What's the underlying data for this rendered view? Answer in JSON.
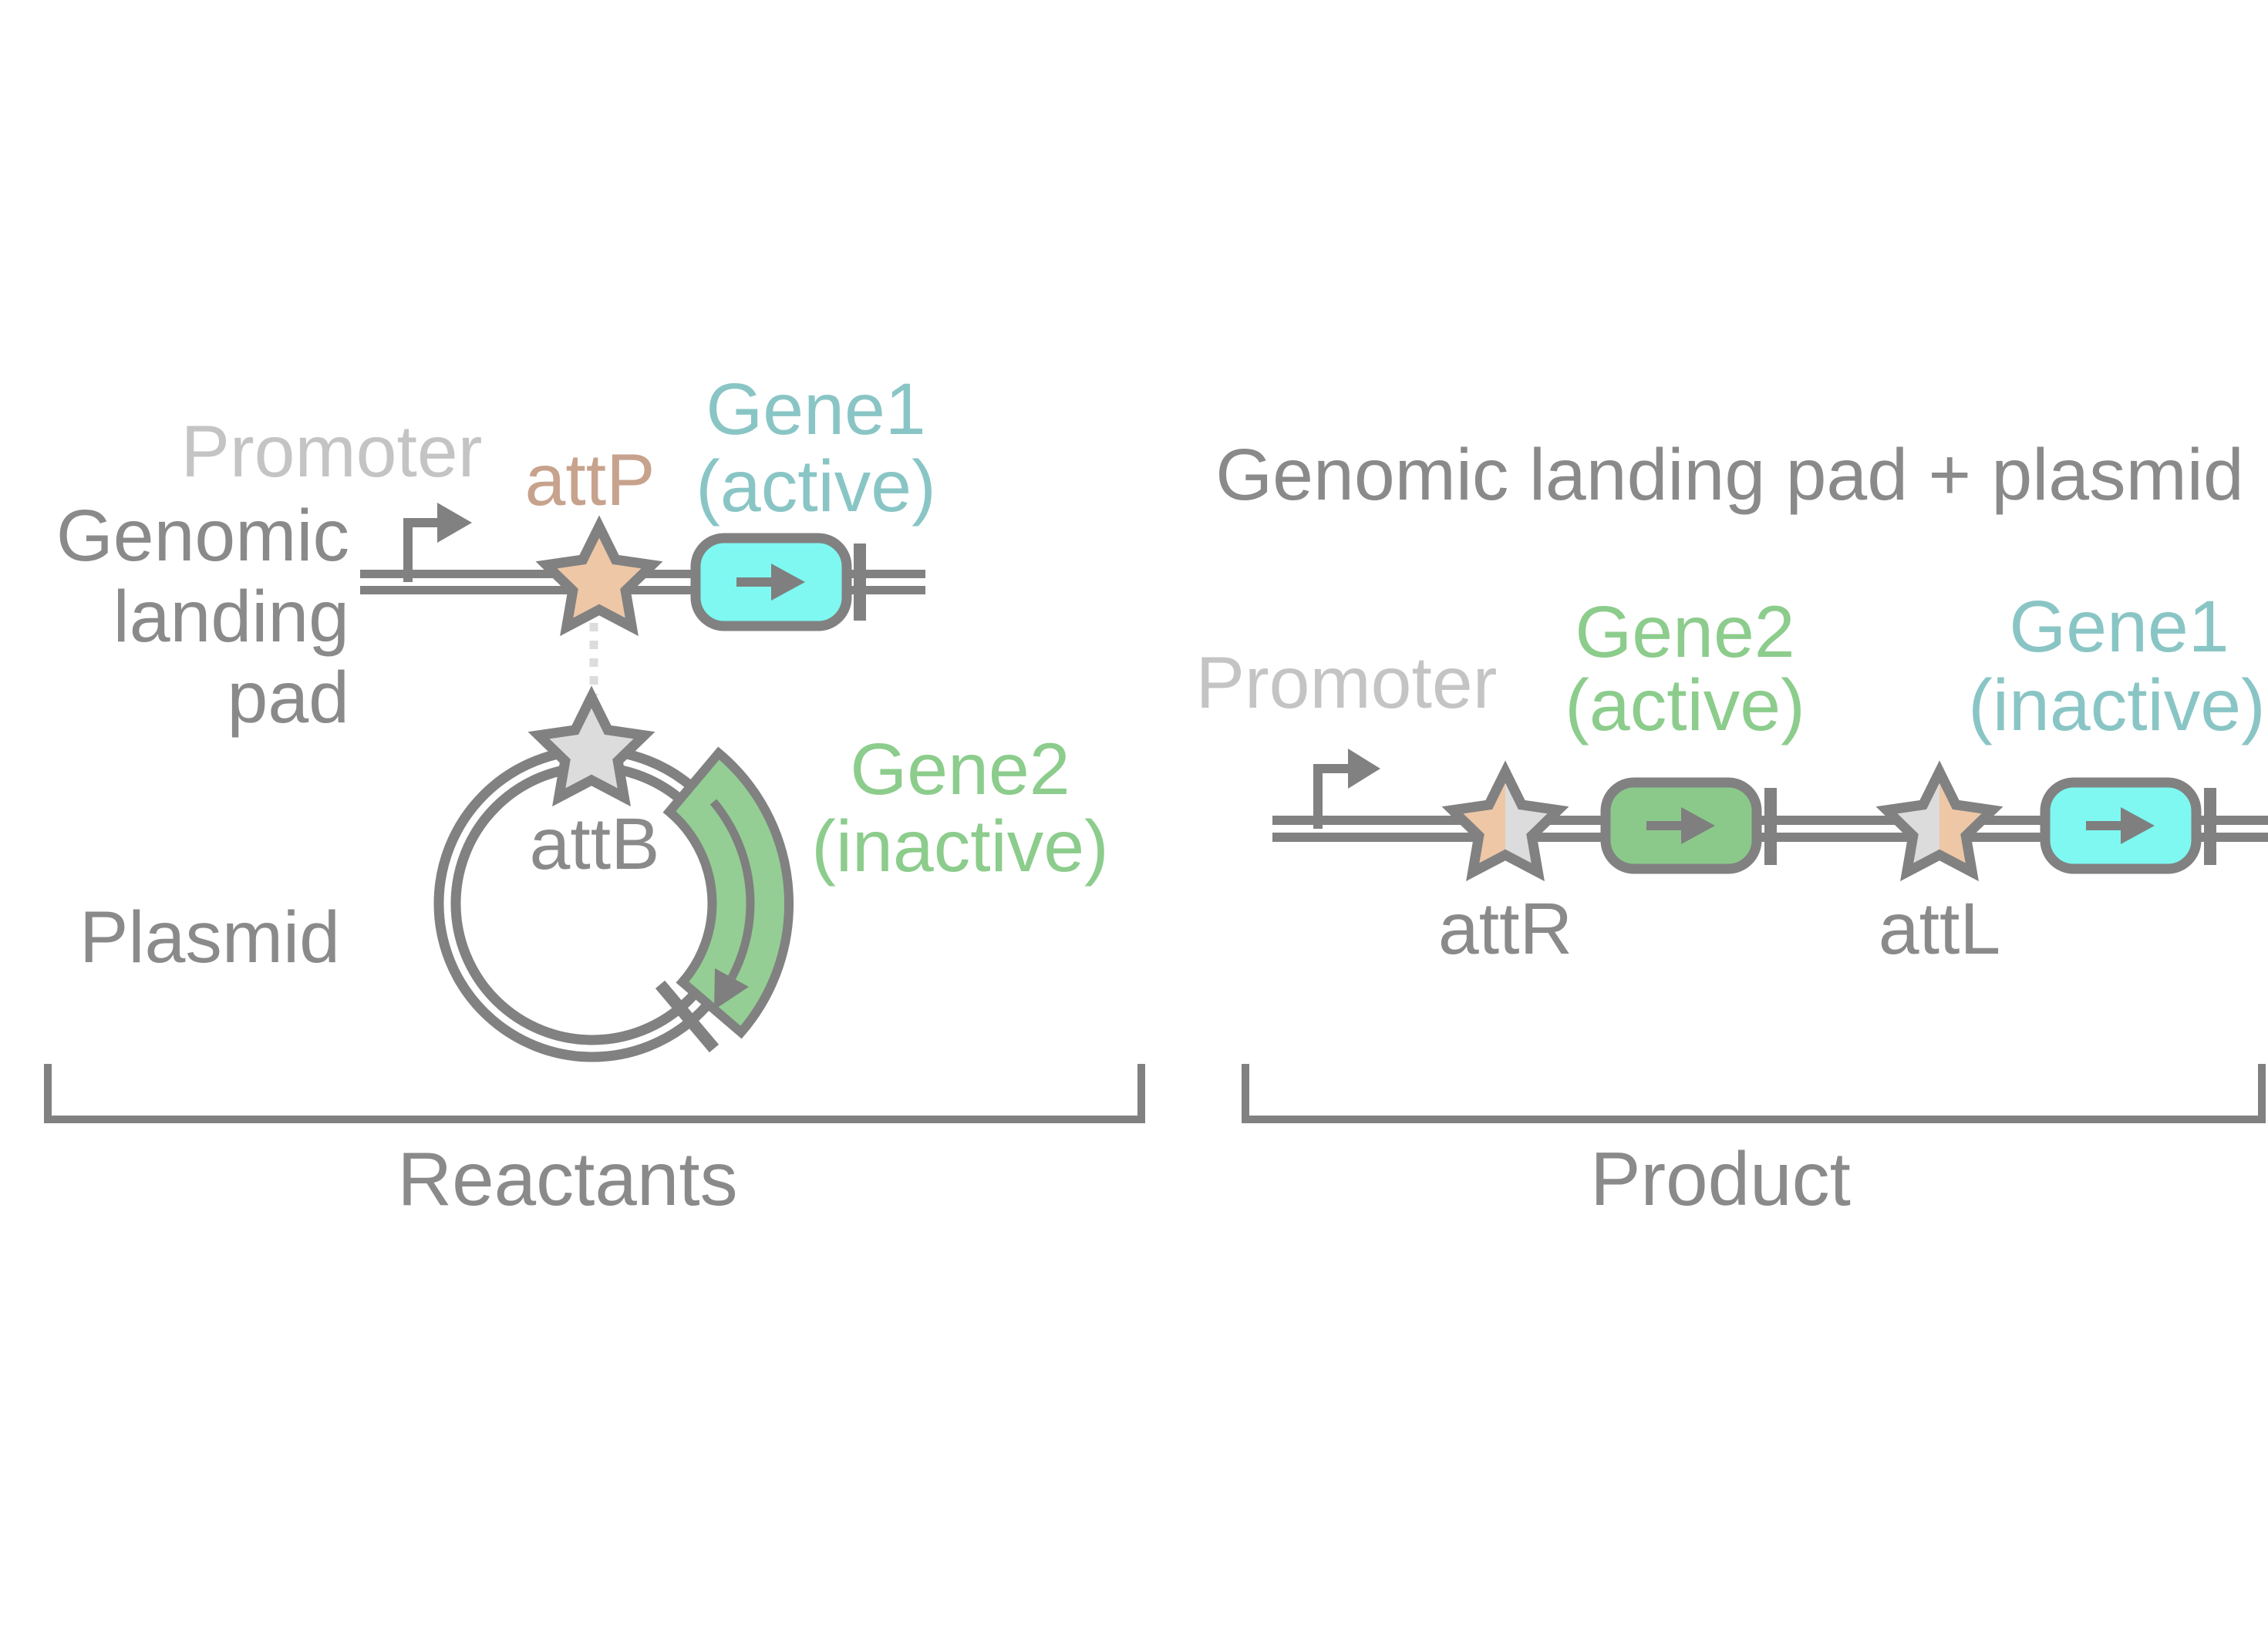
{
  "colors": {
    "outline": "#818181",
    "text_gray": "#8a8a8a",
    "text_light": "#c4c4c4",
    "tan_fill": "#eec7a6",
    "tan_text": "#c7a28c",
    "star_gray": "#dcdcdc",
    "cyan_fill": "#7ef8f1",
    "teal_text": "#8ac5c5",
    "green_fill": "#8bc98b",
    "arc_green": "#94ce94",
    "green_text": "#8ccc8c",
    "dotted": "#dcdcdc",
    "arrow_gray": "#7f7f7f"
  },
  "reactants": {
    "label": "Reactants",
    "genomic_landing_pad": {
      "line1": "Genomic",
      "line2": "landing",
      "line3": "pad"
    },
    "promoter": "Promoter",
    "attp": "attP",
    "gene1": {
      "name": "Gene1",
      "state": "(active)"
    },
    "plasmid_label": "Plasmid",
    "attb": "attB",
    "gene2": {
      "name": "Gene2",
      "state": "(inactive)"
    }
  },
  "product": {
    "label": "Product",
    "title": "Genomic landing pad + plasmid",
    "promoter": "Promoter",
    "attr": "attR",
    "attl": "attL",
    "gene2": {
      "name": "Gene2",
      "state": "(active)"
    },
    "gene1": {
      "name": "Gene1",
      "state": "(inactive)"
    }
  }
}
